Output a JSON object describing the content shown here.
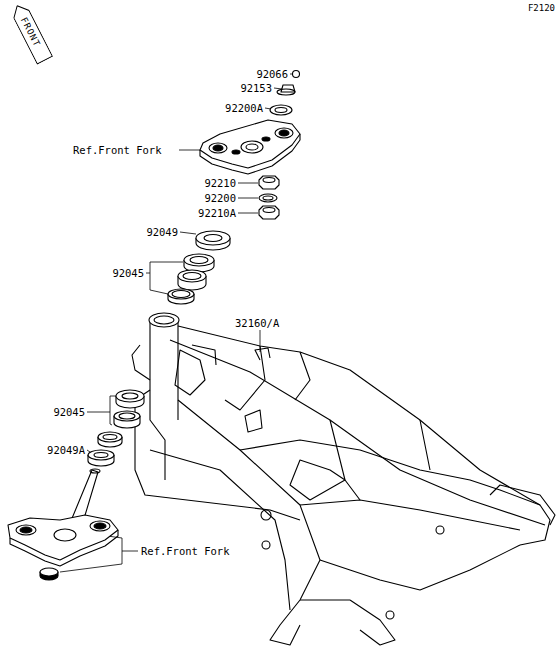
{
  "diagram": {
    "nodes": [
      {
        "text": [
          "FRONT"
        ]
      }
    ],
    "labels": [
      "F2120",
      "92066",
      "92153",
      "92200A",
      "Ref.Front Fork",
      "92210",
      "92200",
      "92210A",
      "92049",
      "92045",
      "32160/A",
      "92045",
      "92049A",
      "Ref.Front Fork"
    ]
  }
}
